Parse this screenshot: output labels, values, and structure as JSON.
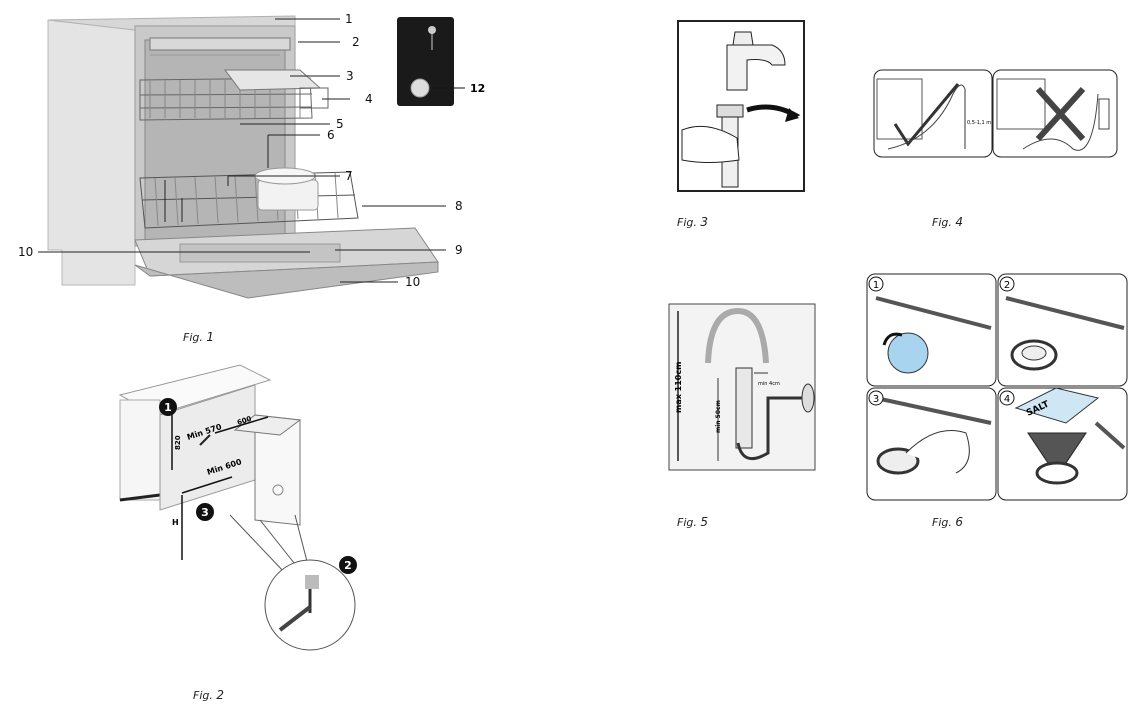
{
  "fig1": {
    "caption_prefix": "Fig.",
    "caption_num": "1",
    "callouts": [
      "1",
      "2",
      "3",
      "4",
      "5",
      "6",
      "7",
      "8",
      "9",
      "10",
      "10"
    ],
    "inset_label": "12"
  },
  "fig2": {
    "caption_prefix": "Fig.",
    "caption_num": "2",
    "markers": [
      "1",
      "2",
      "3"
    ],
    "dims": {
      "min570": "Min 570",
      "min600": "Min 600",
      "h": "H",
      "w600": "600",
      "v820": "820"
    }
  },
  "fig3": {
    "caption_prefix": "Fig.",
    "caption_num": "3"
  },
  "fig4": {
    "caption_prefix": "Fig.",
    "caption_num": "4",
    "dim": "0,5-1,1 m"
  },
  "fig5": {
    "caption_prefix": "Fig.",
    "caption_num": "5",
    "max": "max 110cm",
    "min50": "min 50cm",
    "min4": "min 4cm"
  },
  "fig6": {
    "caption_prefix": "Fig.",
    "caption_num": "6",
    "steps": [
      "1",
      "2",
      "3",
      "4"
    ],
    "salt": "SALT"
  }
}
